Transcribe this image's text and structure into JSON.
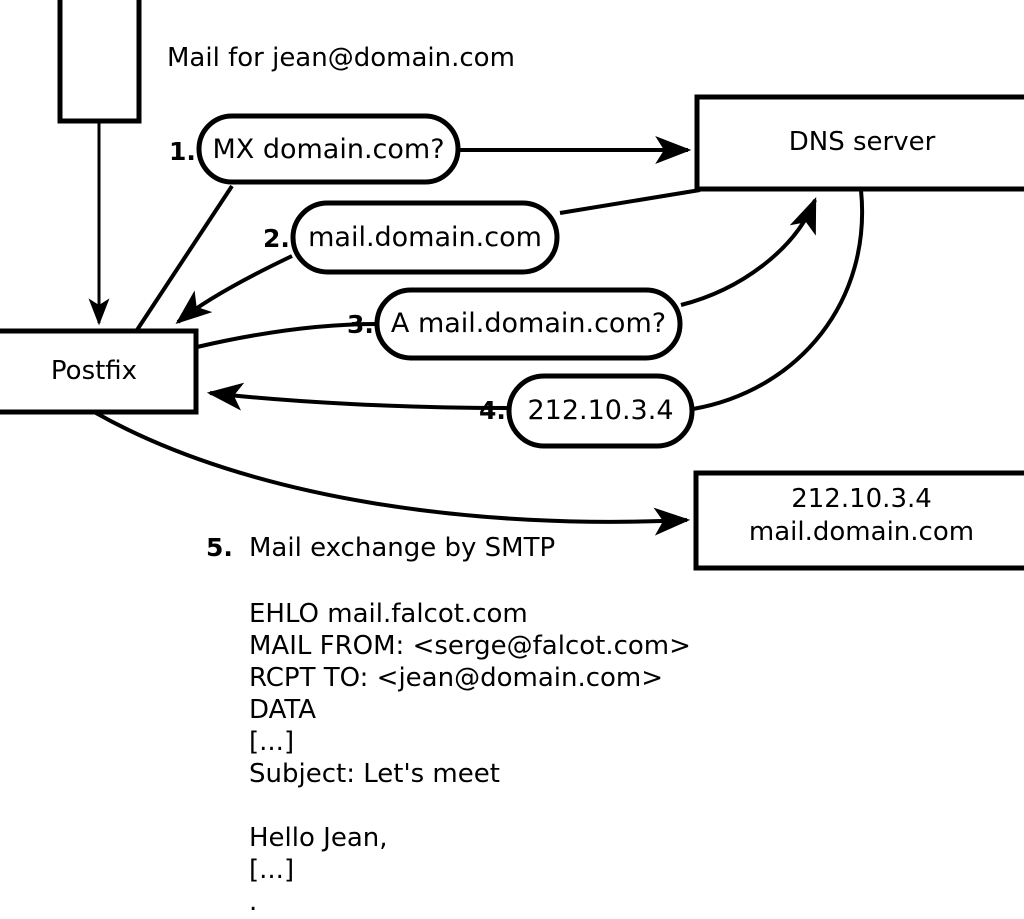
{
  "diagram": {
    "title_caption": "Mail for jean@domain.com",
    "nodes": [
      {
        "id": "mail-client",
        "label": ""
      },
      {
        "id": "postfix",
        "label": "Postfix"
      },
      {
        "id": "dns-server",
        "label": "DNS server"
      },
      {
        "id": "mail-server",
        "label_line1": "212.10.3.4",
        "label_line2": "mail.domain.com"
      }
    ],
    "steps": [
      {
        "num": "1.",
        "label": "MX domain.com?"
      },
      {
        "num": "2.",
        "label": "mail.domain.com"
      },
      {
        "num": "3.",
        "label": "A mail.domain.com?"
      },
      {
        "num": "4.",
        "label": "212.10.3.4"
      },
      {
        "num": "5.",
        "label": "Mail exchange by SMTP"
      }
    ],
    "smtp_transcript": [
      "EHLO mail.falcot.com",
      "MAIL FROM: <serge@falcot.com>",
      "RCPT TO: <jean@domain.com>",
      "DATA",
      "[...]",
      "Subject: Let's meet",
      "",
      "Hello Jean,",
      "[...]",
      "."
    ]
  },
  "colors": {
    "stroke": "#000000",
    "fill": "#ffffff"
  }
}
